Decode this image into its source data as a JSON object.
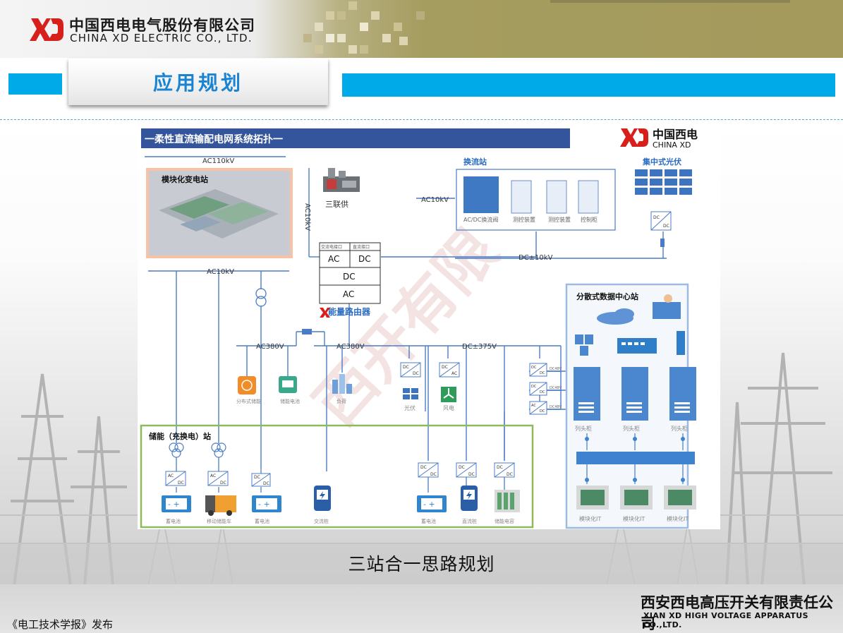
{
  "header": {
    "company_cn": "中国西电电气股份有限公司",
    "company_en": "CHINA XD ELECTRIC CO., LTD."
  },
  "section": {
    "title": "应用规划"
  },
  "diagram": {
    "title": "一柔性直流输配电网系统拓扑一",
    "logo_cn": "中国西电",
    "logo_en": "CHINA XD",
    "watermark": "西开有限",
    "bus_ac110": "AC110kV",
    "bus_ac10_vert": "AC10kV",
    "bus_ac10_top": "AC10kV",
    "bus_ac10_left": "AC10kV",
    "bus_ac380_left": "AC380V",
    "bus_ac380_mid": "AC380V",
    "bus_dc375": "DC±375V",
    "bus_dc10": "DC±10kV",
    "substation_label": "模块化变电站",
    "trigeneration": "三联供",
    "converter_station": "换流站",
    "converter_items": [
      "AC/DC换流阀",
      "测控装置",
      "测控装置",
      "控制柜"
    ],
    "pv_central": "集中式光伏",
    "router": {
      "ports": [
        "交流电接口",
        "直流接口"
      ],
      "cells": [
        "AC",
        "DC",
        "DC",
        "AC"
      ],
      "label": "能量路由器"
    },
    "dc_label": "DC",
    "ac_label": "AC",
    "small_loads": [
      "分布式储能",
      "储能电池",
      "负荷"
    ],
    "pv_small": "光伏",
    "wind": "风电",
    "dc_tags": [
      "DC48V",
      "DC48V",
      "DC48V"
    ],
    "datacenter": {
      "title": "分散式数据中心站",
      "racks": [
        "列头柜",
        "列头柜",
        "列头柜"
      ],
      "it": [
        "模块化IT",
        "模块化IT",
        "模块化IT"
      ]
    },
    "storage": {
      "title": "储能（充换电）站",
      "items": [
        "蓄电池",
        "移动储能车",
        "蓄电池",
        "交流桩",
        "蓄电池",
        "直流桩",
        "储能电容"
      ]
    }
  },
  "caption": "三站合一思路规划",
  "footer": {
    "company_cn": "西安西电高压开关有限责任公司",
    "company_en": "XIAN XD HIGH VOLTAGE APPARATUS CO.,LTD.",
    "publisher": "《电工技术学报》发布"
  },
  "colors": {
    "accent_blue": "#00a9e8",
    "title_blue": "#1b84d2",
    "brand_red": "#d7201c",
    "diagram_bus": "#4b7cc4",
    "storage_border": "#8dbb5a"
  }
}
